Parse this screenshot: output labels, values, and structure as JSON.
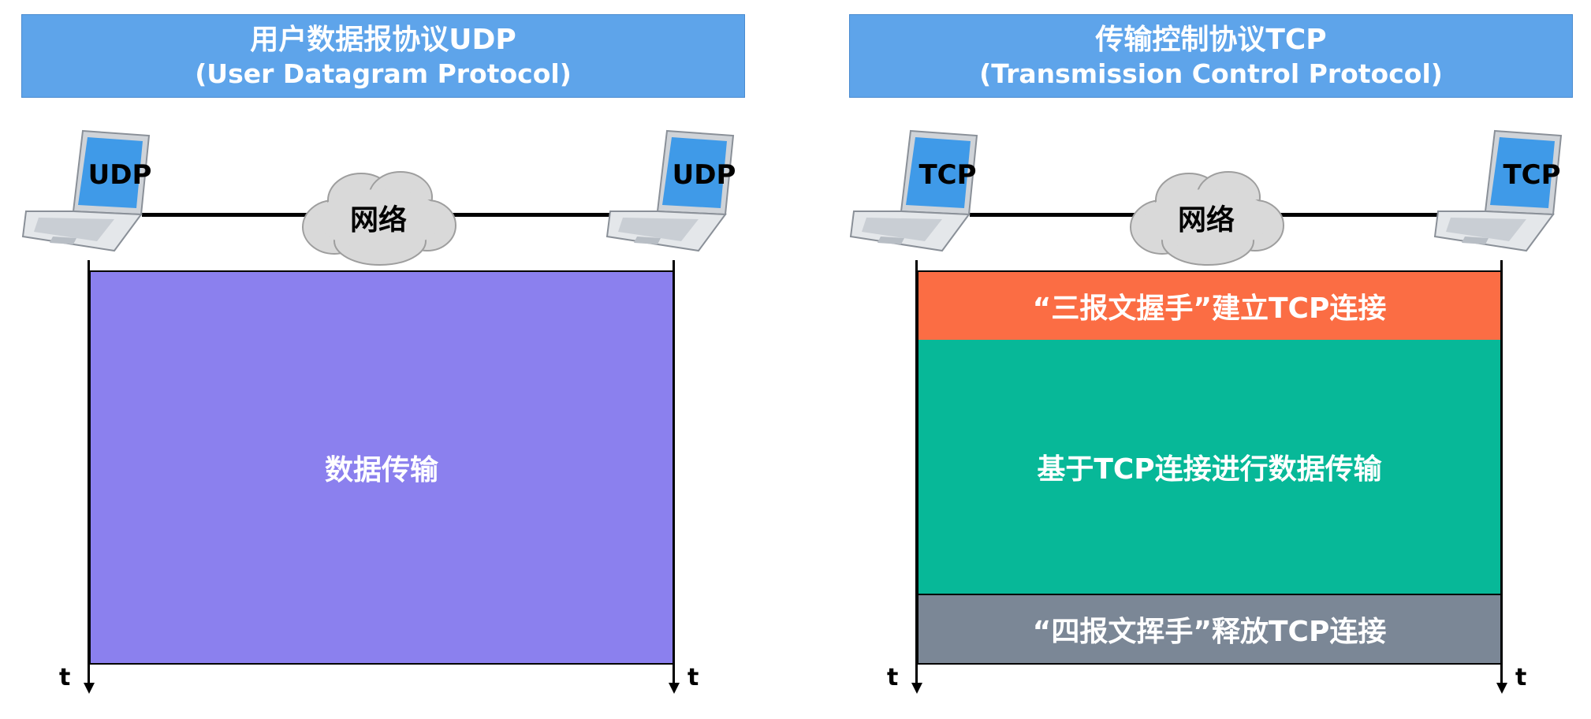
{
  "udp_panel": {
    "title": "用户数据报协议UDP",
    "subtitle": "(User Datagram Protocol)",
    "host_left_label": "UDP",
    "host_right_label": "UDP",
    "network_label": "网络",
    "block_label": "数据传输",
    "time_left": "t",
    "time_right": "t",
    "block_color": "#8b80ee"
  },
  "tcp_panel": {
    "title": "传输控制协议TCP",
    "subtitle": "(Transmission Control Protocol)",
    "host_left_label": "TCP",
    "host_right_label": "TCP",
    "network_label": "网络",
    "handshake_label": "“三报文握手”建立TCP连接",
    "data_label": "基于TCP连接进行数据传输",
    "teardown_label": "“四报文挥手”释放TCP连接",
    "time_left": "t",
    "time_right": "t",
    "handshake_color": "#fb6d44",
    "data_color": "#07b898",
    "teardown_color": "#7b8796"
  },
  "header_color": "#5ea4ea",
  "icons": [
    "laptop-icon",
    "cloud-icon",
    "down-arrow-icon"
  ]
}
